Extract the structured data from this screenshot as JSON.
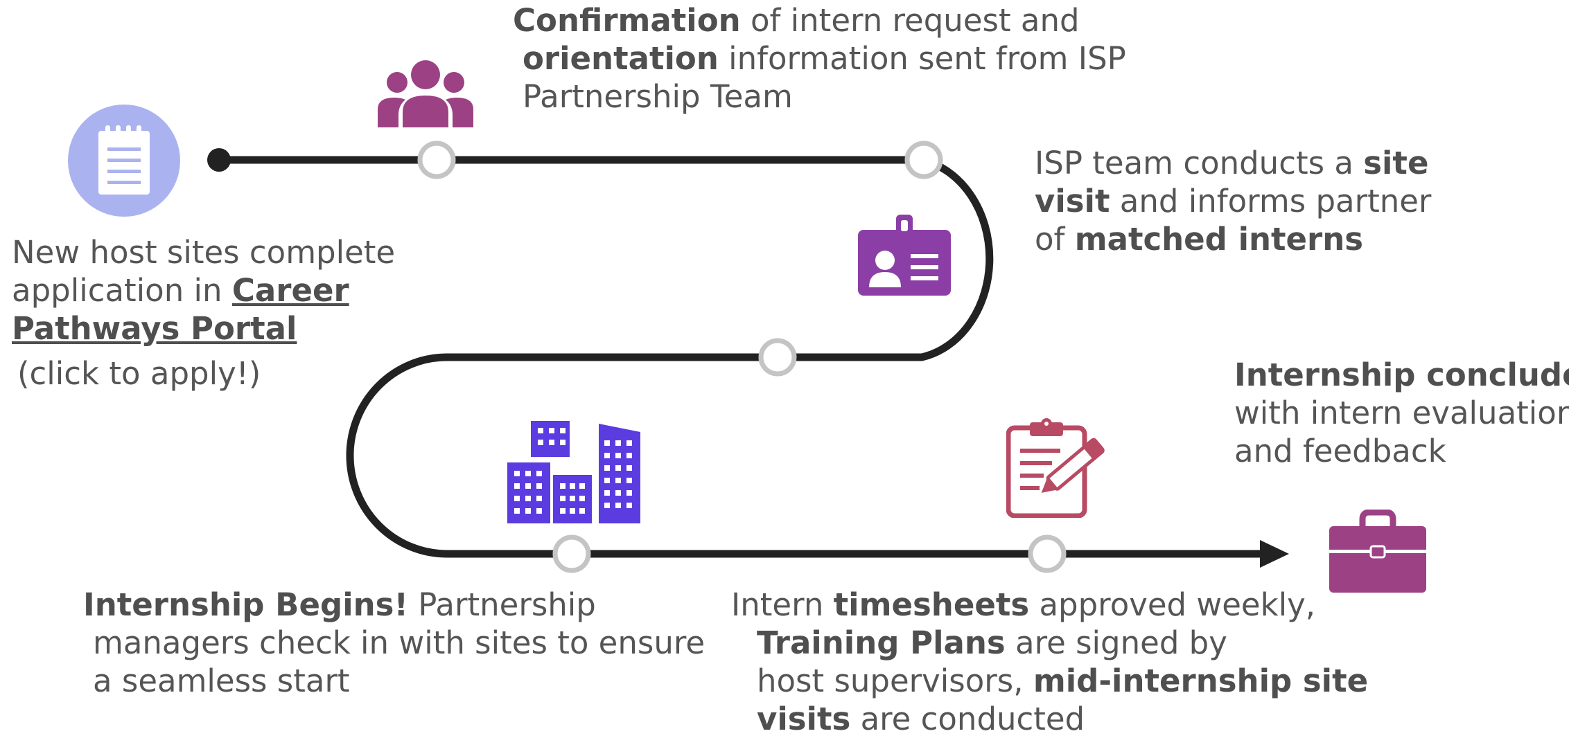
{
  "colors": {
    "path": "#222222",
    "node_stroke": "#c4c4c4",
    "notepad_circle": "#aab3ef",
    "group_icon": "#9c4284",
    "badge_icon": "#8b3fa6",
    "buildings_icon": "#5b3ce0",
    "clipboard_icon": "#b84a63",
    "briefcase_icon": "#9c4284",
    "text": "#555555"
  },
  "icons": {
    "start": "notepad-icon",
    "confirmation": "group-people-icon",
    "site_visit": "id-badge-icon",
    "begins": "buildings-icon",
    "timesheets": "clipboard-pencil-icon",
    "concludes": "briefcase-icon"
  },
  "steps": {
    "apply": {
      "line1": "New host sites complete",
      "line2_pre": "application in ",
      "link_line1": "Career",
      "link_line2": "Pathways Portal",
      "note": "(click to apply!)"
    },
    "confirmation": {
      "b1": "Confirmation",
      "t1": " of intern request and",
      "b2": "orientation",
      "t2": " information sent from ISP",
      "t3": "Partnership Team"
    },
    "site_visit": {
      "t1": "ISP team conducts a ",
      "b1": "site",
      "b2": "visit",
      "t2": " and informs partner",
      "t3": "of ",
      "b3": "matched interns"
    },
    "begins": {
      "b1": "Internship Begins!",
      "t1": " Partnership",
      "t2": "managers check in with sites to ensure",
      "t3": "a seamless start"
    },
    "timesheets": {
      "t1": "Intern ",
      "b1": "timesheets",
      "t2": " approved weekly,",
      "b2": "Training Plans",
      "t3": " are signed by",
      "t4": "host supervisors, ",
      "b3": "mid-internship site",
      "b4": "visits",
      "t5": " are conducted"
    },
    "concludes": {
      "b1": "Internship concludes",
      "t1": "with intern evaluations",
      "t2": "and feedback"
    }
  }
}
